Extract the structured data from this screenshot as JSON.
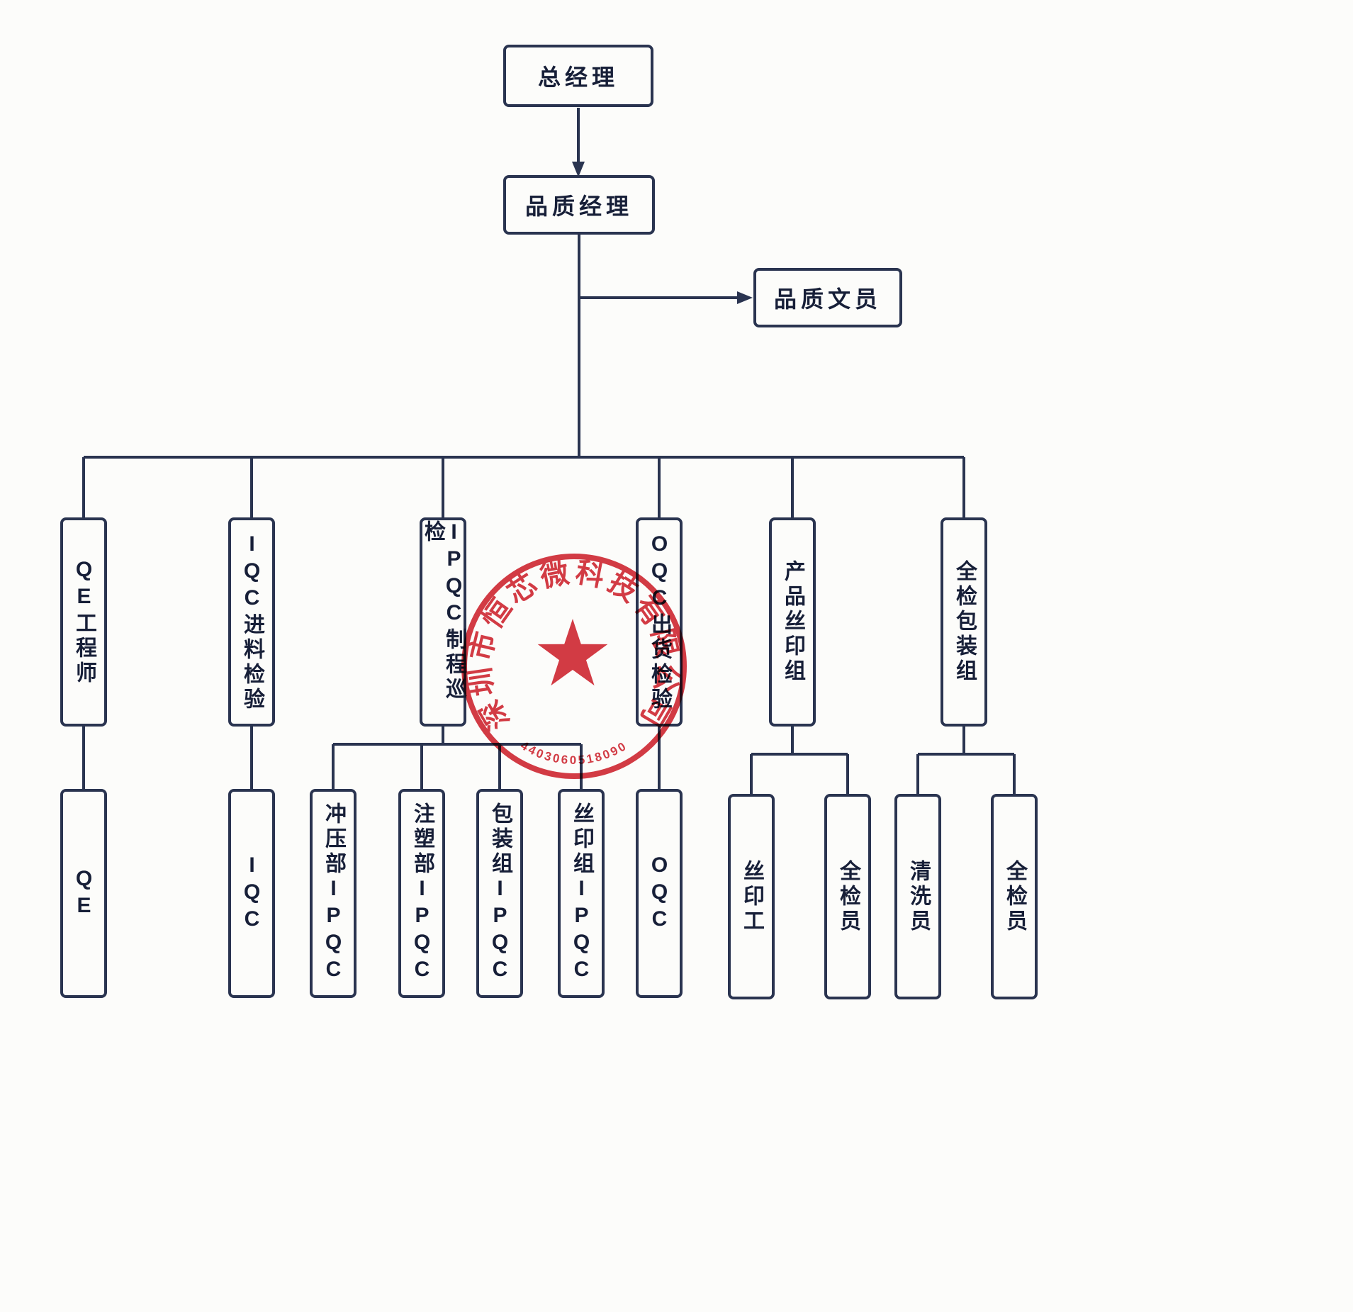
{
  "org": {
    "general_manager": "总经理",
    "quality_manager": "品质经理",
    "quality_clerk": "品质文员",
    "departments": [
      {
        "label": "QE工程师",
        "children": [
          "QE"
        ]
      },
      {
        "label": "IQC进料检验",
        "children": [
          "IQC"
        ]
      },
      {
        "label": "IPQC制程巡检",
        "children": [
          "冲压部IPQC",
          "注塑部IPQC",
          "包装组IPQC",
          "丝印组IPQC"
        ]
      },
      {
        "label": "OQC出货检验",
        "children": [
          "OQC"
        ]
      },
      {
        "label": "产品丝印组",
        "children": [
          "丝印工",
          "全检员"
        ]
      },
      {
        "label": "全检包装组",
        "children": [
          "清洗员",
          "全检员"
        ]
      }
    ]
  },
  "stamp": {
    "company": "深圳市恒芯微科技有限公司",
    "number": "4403060518090",
    "color": "#cf1f2b"
  },
  "colors": {
    "line": "#2a3450",
    "text": "#171f38",
    "stamp": "#cf1f2b",
    "background": "#fcfcfa"
  }
}
